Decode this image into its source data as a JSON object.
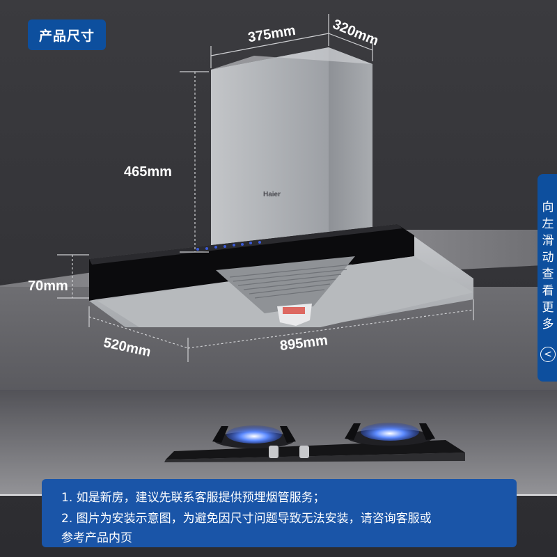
{
  "tag_label": "产品尺寸",
  "brand": "Haier",
  "dimensions": {
    "width_top": "375mm",
    "depth_top": "320mm",
    "chimney_height": "465mm",
    "hood_height": "70mm",
    "hood_depth": "520mm",
    "hood_width": "895mm"
  },
  "side_tab": {
    "chars": [
      "向",
      "左",
      "滑",
      "动",
      "查",
      "看",
      "更",
      "多"
    ],
    "arrow": "<"
  },
  "notes": [
    "1. 如是新房，建议先联系客服提供预埋烟管服务；",
    "2. 图片为安装示意图，为避免因尺寸问题导致无法安装，请咨询客服或",
    "参考产品内页"
  ],
  "colors": {
    "accent_blue": "#0d4f9e",
    "note_blue": "#1a55a8",
    "wall": "#3a3a3e",
    "steel": "#b9bcc0",
    "glass": "#0b0b0d"
  }
}
